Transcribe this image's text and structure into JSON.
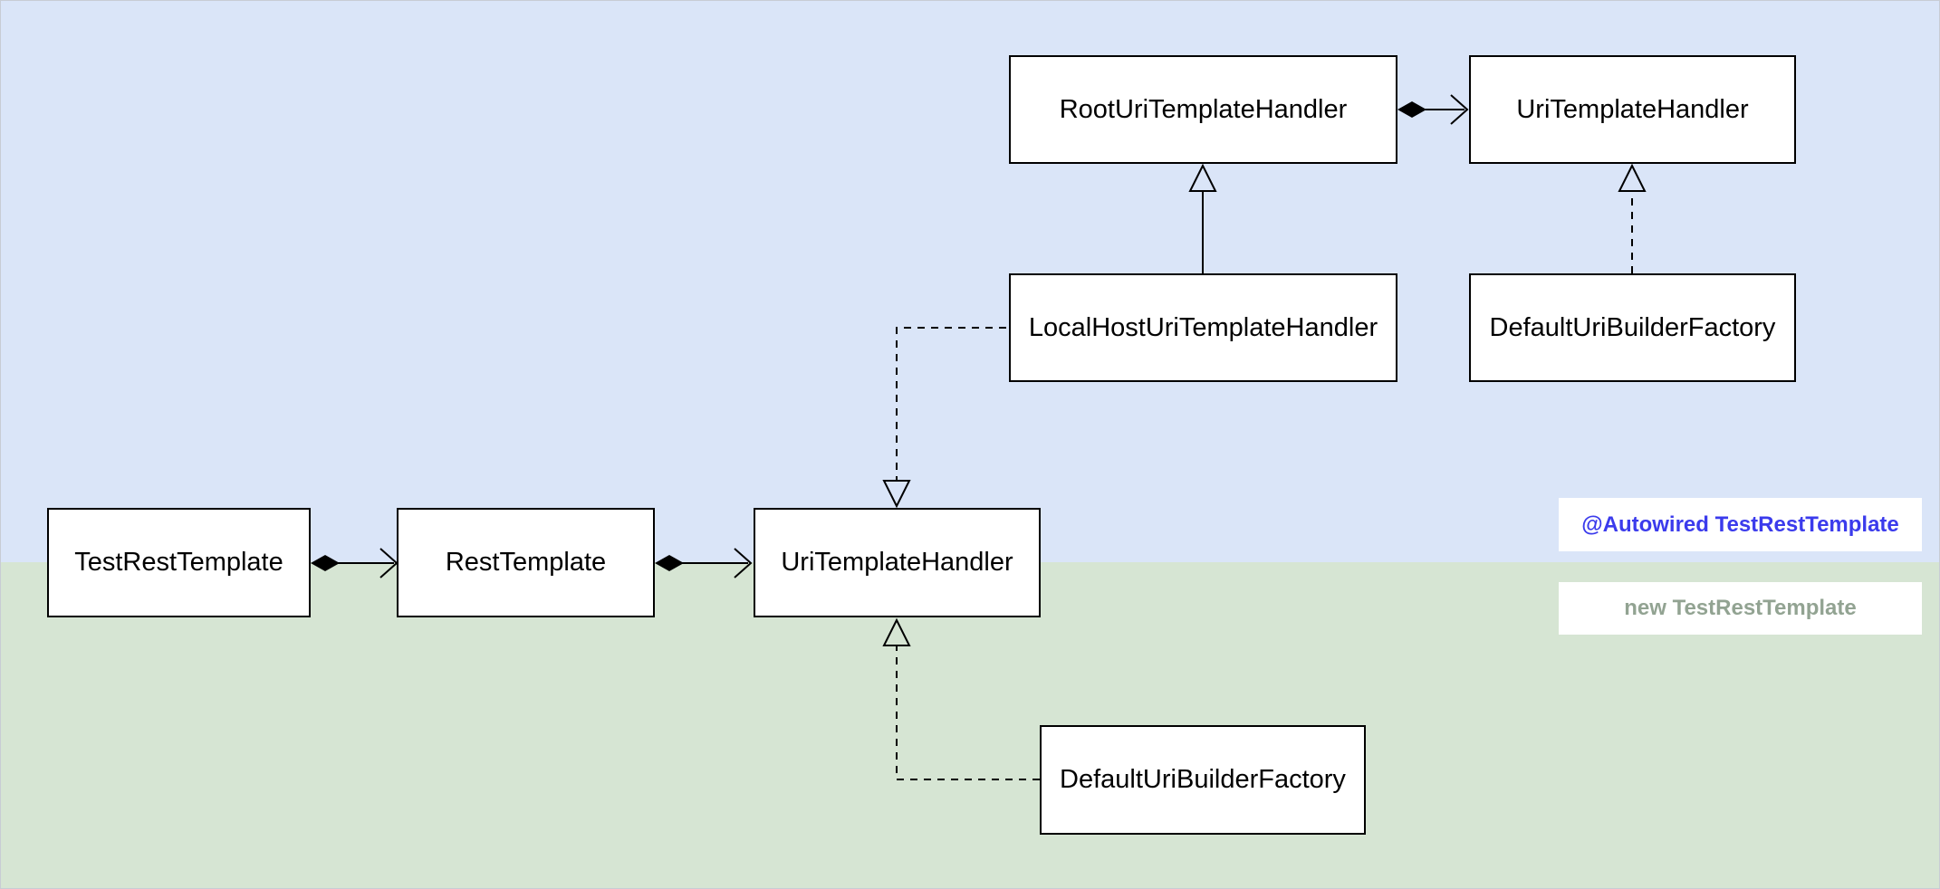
{
  "diagram": {
    "type": "uml-class-diagram",
    "classes": {
      "testRestTemplate": {
        "label": "TestRestTemplate"
      },
      "restTemplate": {
        "label": "RestTemplate"
      },
      "uriTemplateHandlerMid": {
        "label": "UriTemplateHandler"
      },
      "rootUriTemplateHandler": {
        "label": "RootUriTemplateHandler"
      },
      "uriTemplateHandlerTop": {
        "label": "UriTemplateHandler"
      },
      "localHostUriTemplateHandler": {
        "label": "LocalHostUriTemplateHandler"
      },
      "defaultUriBuilderFactoryTop": {
        "label": "DefaultUriBuilderFactory"
      },
      "defaultUriBuilderFactoryBottom": {
        "label": "DefaultUriBuilderFactory"
      }
    },
    "edges": [
      {
        "from": "testRestTemplate",
        "to": "restTemplate",
        "type": "composition"
      },
      {
        "from": "restTemplate",
        "to": "uriTemplateHandlerMid",
        "type": "composition"
      },
      {
        "from": "rootUriTemplateHandler",
        "to": "uriTemplateHandlerTop",
        "type": "composition"
      },
      {
        "from": "localHostUriTemplateHandler",
        "to": "rootUriTemplateHandler",
        "type": "generalization"
      },
      {
        "from": "localHostUriTemplateHandler",
        "to": "uriTemplateHandlerMid",
        "type": "realization"
      },
      {
        "from": "defaultUriBuilderFactoryBottom",
        "to": "uriTemplateHandlerMid",
        "type": "realization"
      },
      {
        "from": "defaultUriBuilderFactoryTop",
        "to": "uriTemplateHandlerTop",
        "type": "realization"
      }
    ],
    "legend": {
      "autowired": {
        "label": "@Autowired TestRestTemplate",
        "color": "#3b3bec"
      },
      "newInstance": {
        "label": "new TestRestTemplate",
        "color": "#92a392"
      }
    },
    "colors": {
      "background_top": "#dae5f8",
      "background_bottom": "#d6e5d3",
      "box_fill": "#ffffff",
      "box_border": "#000000",
      "connector": "#000000"
    }
  }
}
